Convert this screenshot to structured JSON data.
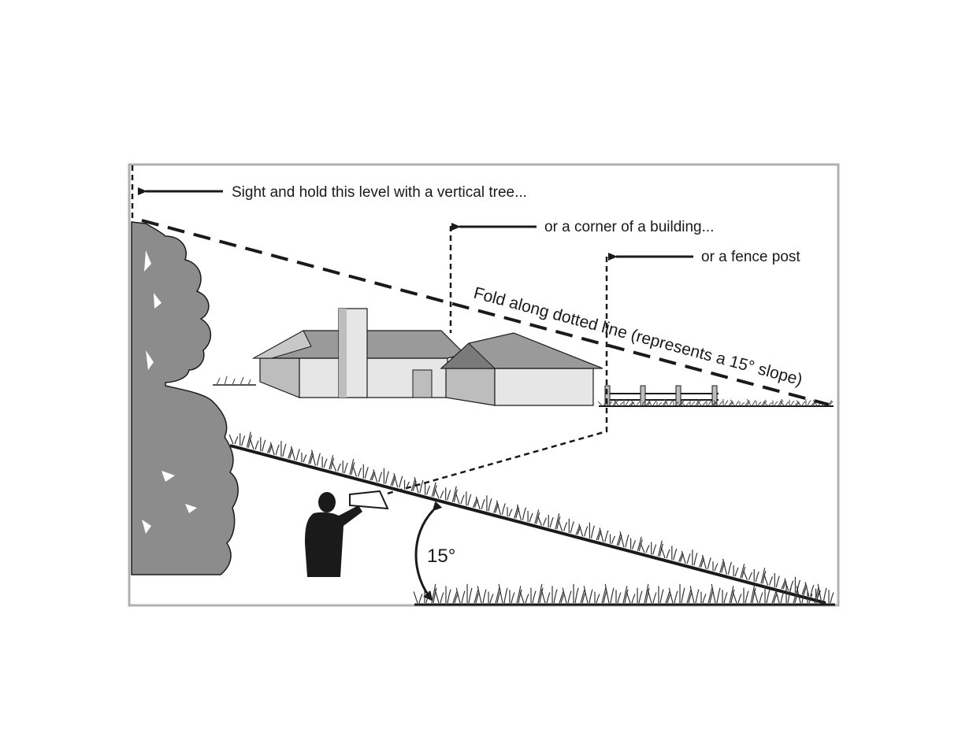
{
  "labels": {
    "tree": "Sight and hold this level with a vertical tree...",
    "building": "or a corner of a building...",
    "fence": "or a fence post",
    "fold_line": "Fold along dotted line (represents a 15° slope)",
    "angle": "15°"
  },
  "colors": {
    "ink": "#1a1a1a",
    "foliage": "#8c8c8c",
    "roof": "#9a9a9a",
    "wall": "#e6e6e6",
    "wall_shade": "#bdbdbd",
    "frame": "#b0b0b0"
  },
  "icons": [
    "tree-icon",
    "house-icon",
    "fence-icon",
    "person-silhouette-icon",
    "clinometer-icon",
    "grass-icon",
    "arrow-left-icon",
    "angle-arc-icon"
  ]
}
